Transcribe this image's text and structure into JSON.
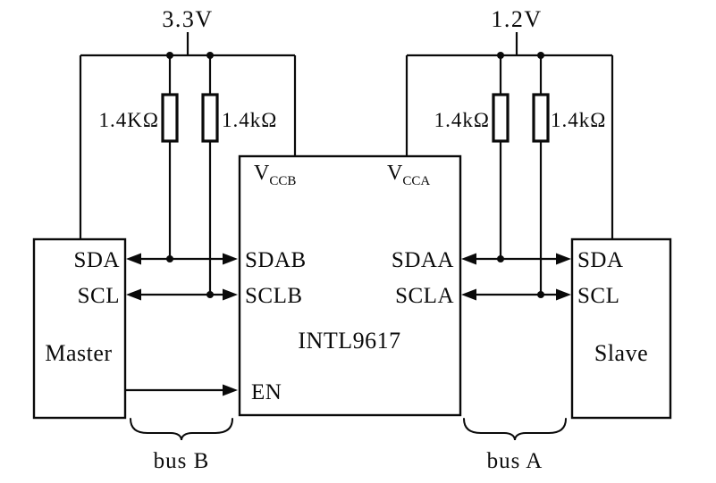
{
  "supplies": {
    "left": "3.3V",
    "right": "1.2V"
  },
  "resistors": {
    "left_sda": "1.4KΩ",
    "left_scl": "1.4kΩ",
    "right_sda": "1.4kΩ",
    "right_scl": "1.4kΩ"
  },
  "master": {
    "label": "Master",
    "sda": "SDA",
    "scl": "SCL"
  },
  "slave": {
    "label": "Slave",
    "sda": "SDA",
    "scl": "SCL"
  },
  "ic": {
    "label": "INTL9617",
    "vccb_base": "V",
    "vccb_sub": "CCB",
    "vcca_base": "V",
    "vcca_sub": "CCA",
    "sdab": "SDAB",
    "sclb": "SCLB",
    "sdaa": "SDAA",
    "scla": "SCLA",
    "en": "EN"
  },
  "buses": {
    "left": "bus B",
    "right": "bus A"
  }
}
